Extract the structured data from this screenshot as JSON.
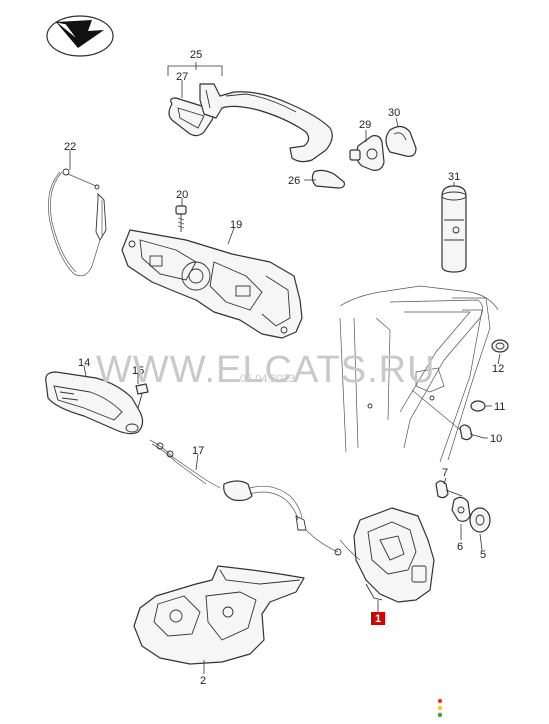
{
  "diagram": {
    "callouts": {
      "p25": "25",
      "p27": "27",
      "p29": "29",
      "p30": "30",
      "p26": "26",
      "p22": "22",
      "p20": "20",
      "p19": "19",
      "p31": "31",
      "p14": "14",
      "p15": "15",
      "p17": "17",
      "p12": "12",
      "p11": "11",
      "p10": "10",
      "p7": "7",
      "p6": "6",
      "p5": "5",
      "p2": "2"
    },
    "highlight_callout": "1",
    "highlight_color": "#d40000",
    "watermark": {
      "text": "WWW.ELCATS.RU",
      "date": "05.04.2023"
    },
    "logo_icon": "direction-arrow-logo-icon",
    "status_dots_colors": [
      "#e53935",
      "#fbc02d",
      "#43a047"
    ]
  }
}
